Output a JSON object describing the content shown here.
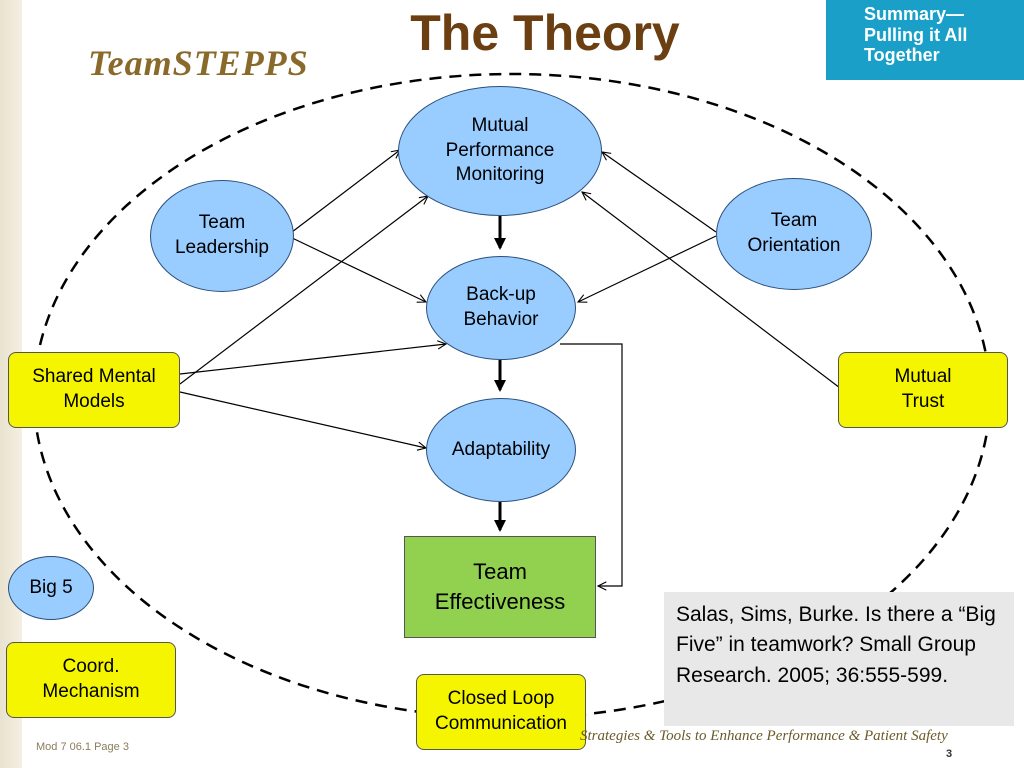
{
  "header": {
    "logo_text": "TeamSTEPPS",
    "title": "The Theory",
    "summary_label": "Summary—Pulling it All Together"
  },
  "diagram": {
    "nodes": {
      "mutual_performance_monitoring": "Mutual\nPerformance\nMonitoring",
      "team_leadership": "Team\nLeadership",
      "team_orientation": "Team\nOrientation",
      "backup_behavior": "Back-up\nBehavior",
      "shared_mental_models": "Shared Mental\nModels",
      "mutual_trust": "Mutual\nTrust",
      "adaptability": "Adaptability",
      "team_effectiveness": "Team\nEffectiveness",
      "big_5": "Big 5",
      "coord_mechanism": "Coord.\nMechanism",
      "closed_loop_communication": "Closed Loop\nCommunication"
    }
  },
  "citation": "Salas, Sims, Burke. Is there a “Big Five” in teamwork? Small Group Research. 2005; 36:555-599.",
  "footer": {
    "module": "Mod 7 06.1   Page 3",
    "tagline": "Strategies & Tools to Enhance Performance & Patient Safety",
    "page_number": "3"
  },
  "colors": {
    "title": "#6b3f12",
    "summary_bg": "#1aa0c8",
    "ellipse_fill": "#99ccff",
    "yellow_fill": "#f5f500",
    "green_fill": "#92d050"
  }
}
